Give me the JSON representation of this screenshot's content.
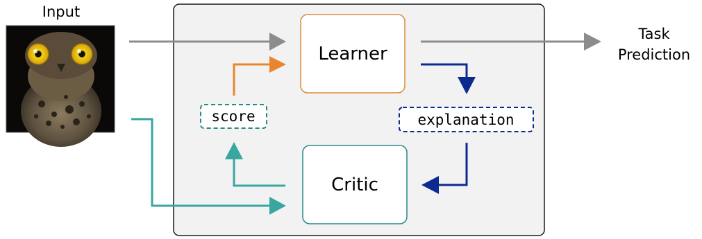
{
  "input": {
    "label": "Input"
  },
  "output": {
    "line1": "Task",
    "line2": "Prediction"
  },
  "nodes": {
    "learner": "Learner",
    "critic": "Critic",
    "score": "score",
    "explanation": "explanation"
  },
  "colors": {
    "gray_arrow": "#8c8c8c",
    "orange_arrow": "#e8862e",
    "teal_arrow": "#3aa6a0",
    "navy_arrow": "#0d2a8f",
    "learner_border": "#d98c3c",
    "critic_border": "#2a8a84",
    "score_border": "#2a8a84",
    "explanation_border": "#0d2a8f",
    "panel_fill": "#f2f2f2",
    "panel_border": "#1a1a1a"
  }
}
